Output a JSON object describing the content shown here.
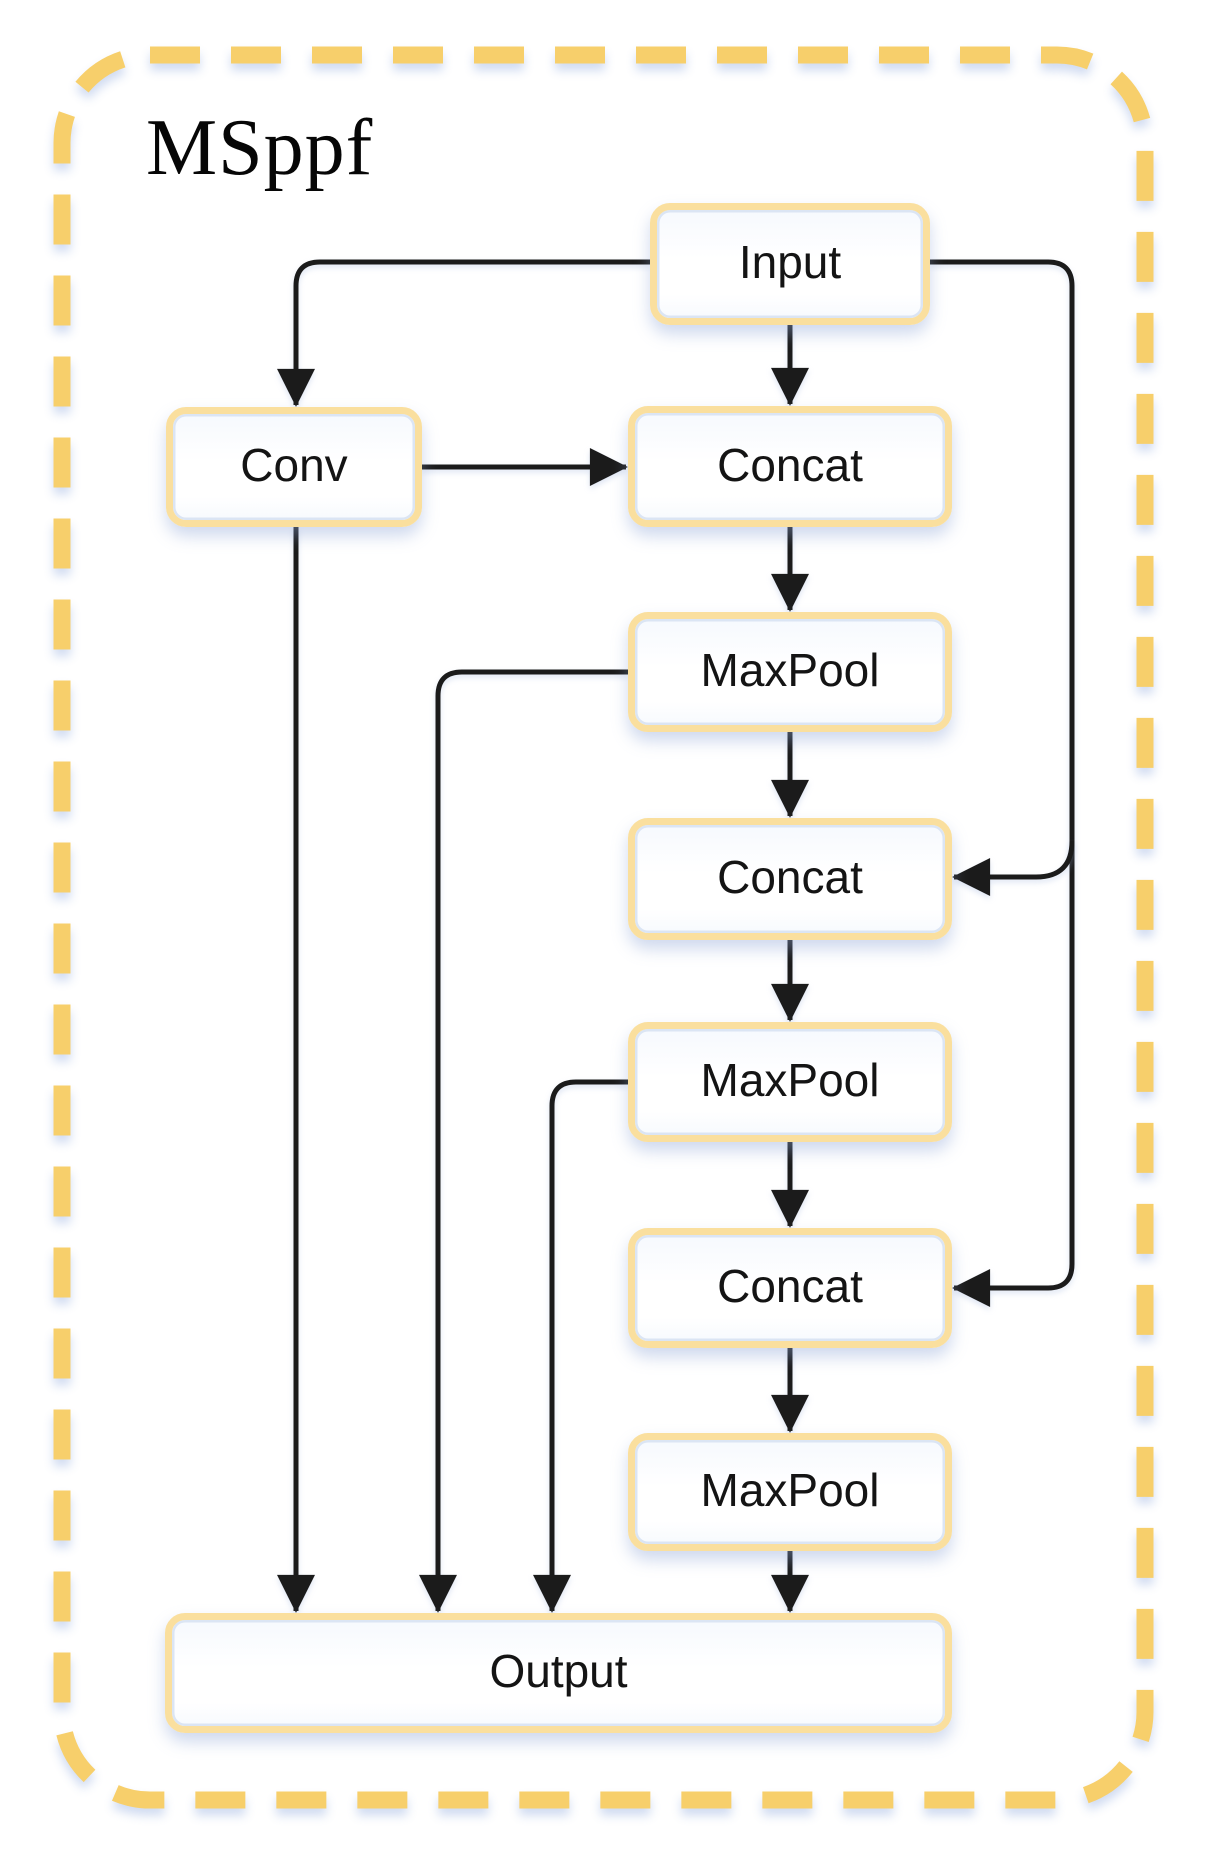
{
  "title": "MSppf",
  "nodes": [
    {
      "id": "input",
      "label": "Input"
    },
    {
      "id": "conv",
      "label": "Conv"
    },
    {
      "id": "concat-1",
      "label": "Concat"
    },
    {
      "id": "maxpool-1",
      "label": "MaxPool"
    },
    {
      "id": "concat-2",
      "label": "Concat"
    },
    {
      "id": "maxpool-2",
      "label": "MaxPool"
    },
    {
      "id": "concat-3",
      "label": "Concat"
    },
    {
      "id": "maxpool-3",
      "label": "MaxPool"
    },
    {
      "id": "output",
      "label": "Output"
    }
  ],
  "edges": [
    {
      "from": "input",
      "to": "conv"
    },
    {
      "from": "input",
      "to": "concat-1"
    },
    {
      "from": "conv",
      "to": "concat-1"
    },
    {
      "from": "concat-1",
      "to": "maxpool-1"
    },
    {
      "from": "maxpool-1",
      "to": "concat-2"
    },
    {
      "from": "input",
      "to": "concat-2"
    },
    {
      "from": "concat-2",
      "to": "maxpool-2"
    },
    {
      "from": "maxpool-2",
      "to": "concat-3"
    },
    {
      "from": "input",
      "to": "concat-3"
    },
    {
      "from": "concat-3",
      "to": "maxpool-3"
    },
    {
      "from": "maxpool-3",
      "to": "output"
    },
    {
      "from": "conv",
      "to": "output"
    },
    {
      "from": "maxpool-1",
      "to": "output"
    },
    {
      "from": "maxpool-2",
      "to": "output"
    }
  ],
  "colors": {
    "canvas_bg": "#ffffff",
    "frame_dash": "#f7cf6b",
    "node_border": "#fadf9e",
    "node_fill": "#ffffff",
    "connector": "#1b1b1b",
    "text": "#141414"
  }
}
